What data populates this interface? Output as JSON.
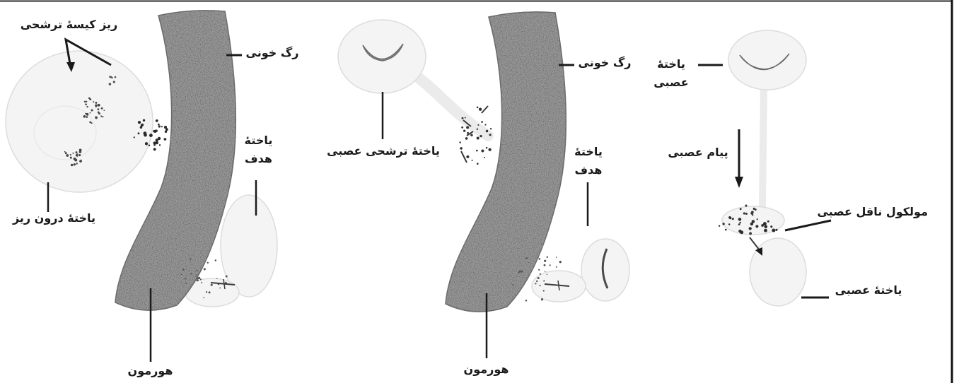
{
  "colors": {
    "paper": "#ffffff",
    "ink": "#1a1a1a",
    "vessel": "#9a9a9a",
    "cell": "#f4f4f4"
  },
  "panel_left": {
    "vesicles_label": "ریز کیسهٔ ترشحی",
    "vessel_label": "رگ خونی",
    "target_label": [
      "یاختهٔ",
      "هدف"
    ],
    "source_label": "یاختهٔ درون ریز",
    "hormone_label": "هورمون"
  },
  "panel_middle": {
    "vessel_label": "رگ خونی",
    "source_label": "یاختهٔ ترشحی عصبی",
    "target_label": [
      "یاختهٔ",
      "هدف"
    ],
    "hormone_label": "هورمون"
  },
  "panel_right": {
    "source_label": [
      "یاختهٔ",
      "عصبی"
    ],
    "signal_label": "پیام عصبی",
    "transmitter_label": "مولکول ناقل عصبی",
    "target_label": "یاختهٔ عصبی"
  }
}
